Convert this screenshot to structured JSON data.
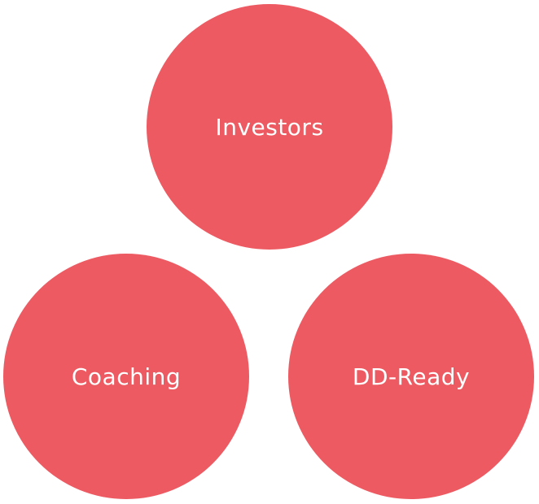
{
  "colors": {
    "circle_fill": "#ED5A62",
    "label_text": "#FFFFFF",
    "background": "#FFFFFF"
  },
  "circles": [
    {
      "label": "Investors"
    },
    {
      "label": "Coaching"
    },
    {
      "label": "DD-Ready"
    }
  ]
}
